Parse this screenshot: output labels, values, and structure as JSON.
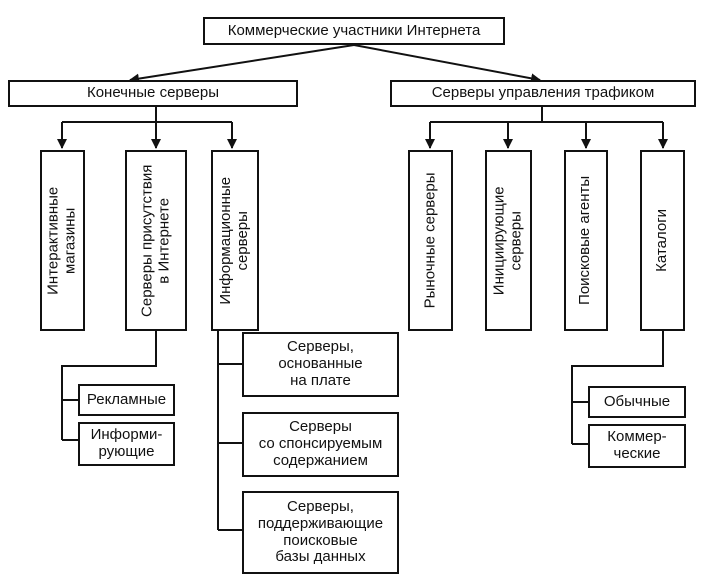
{
  "root": "Коммерческие участники Интернета",
  "end_servers": {
    "label": "Конечные серверы",
    "children": [
      "Интерактивные\nмагазины",
      "Серверы присутствия\nв Интернете",
      "Информационные\nсерверы"
    ],
    "presence_sub": [
      "Рекламные",
      "Информи-\nрующие"
    ],
    "info_sub": [
      "Серверы,\nоснованные\nна плате",
      "Серверы\nсо спонсируемым\nсодержанием",
      "Серверы,\nподдерживающие\nпоисковые\nбазы данных"
    ]
  },
  "traffic_servers": {
    "label": "Серверы управления трафиком",
    "children": [
      "Рыночные серверы",
      "Инициирующие\nсерверы",
      "Поисковые агенты",
      "Каталоги"
    ],
    "catalog_sub": [
      "Обычные",
      "Коммер-\nческие"
    ]
  }
}
